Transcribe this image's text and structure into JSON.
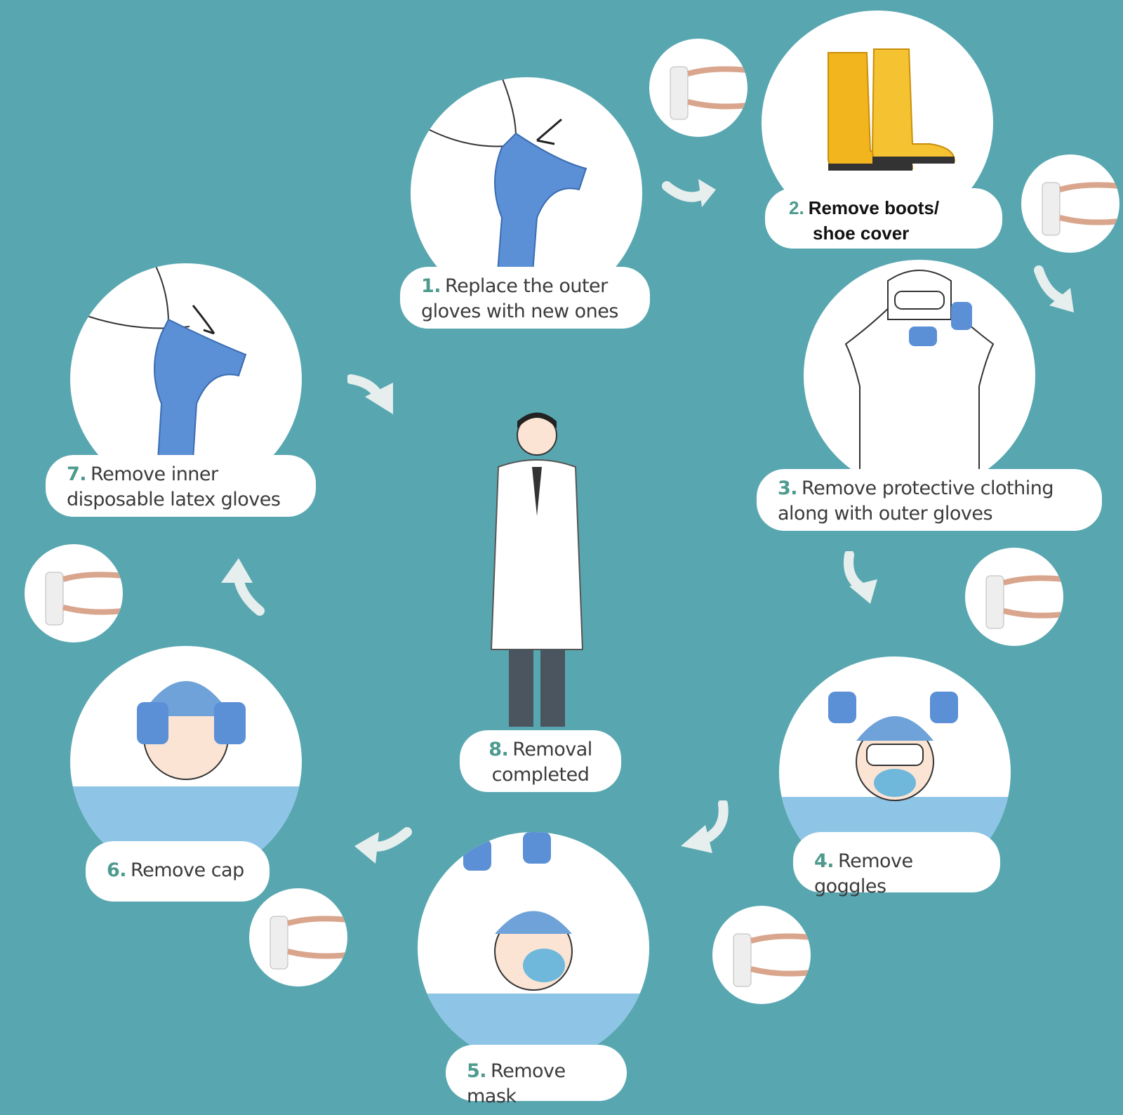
{
  "steps": [
    {
      "num": "1.",
      "text_line1": "Replace the outer",
      "text_line2": "gloves with new ones"
    },
    {
      "num": "2.",
      "text_line1": "Remove boots/",
      "text_line2": "shoe cover"
    },
    {
      "num": "3.",
      "text_line1": "Remove protective clothing",
      "text_line2": "along with outer gloves"
    },
    {
      "num": "4.",
      "text_line1": "Remove goggles",
      "text_line2": ""
    },
    {
      "num": "5.",
      "text_line1": "Remove mask",
      "text_line2": ""
    },
    {
      "num": "6.",
      "text_line1": "Remove cap",
      "text_line2": ""
    },
    {
      "num": "7.",
      "text_line1": "Remove inner",
      "text_line2": "disposable latex gloves"
    },
    {
      "num": "8.",
      "text_line1": "Removal",
      "text_line2": "completed"
    }
  ],
  "icons": {
    "hand_wash": "hand-sanitizer-icon",
    "arrow": "curved-arrow-icon"
  },
  "colors": {
    "background": "#58a7b0",
    "step_number": "#4d9a8e",
    "glove": "#5b8fd6",
    "scrubs": "#8ec4e6",
    "boots": "#f2b51e"
  }
}
